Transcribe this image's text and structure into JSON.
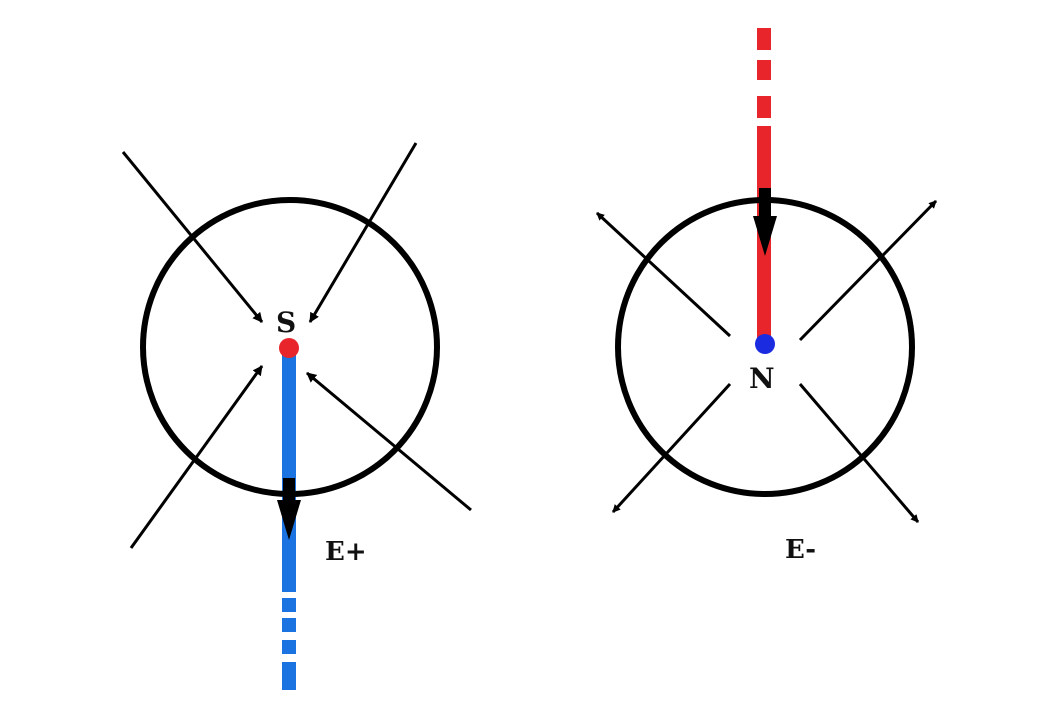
{
  "left_diagram": {
    "center_label": "S",
    "field_label": "E+",
    "dot_color": "#e8252b",
    "line_color": "#1a73e0",
    "arrow_direction": "inward"
  },
  "right_diagram": {
    "center_label": "N",
    "field_label": "E-",
    "dot_color": "#1b2be0",
    "line_color": "#e8252b",
    "arrow_direction": "outward"
  },
  "colors": {
    "outline": "#000000",
    "background": "#ffffff"
  }
}
